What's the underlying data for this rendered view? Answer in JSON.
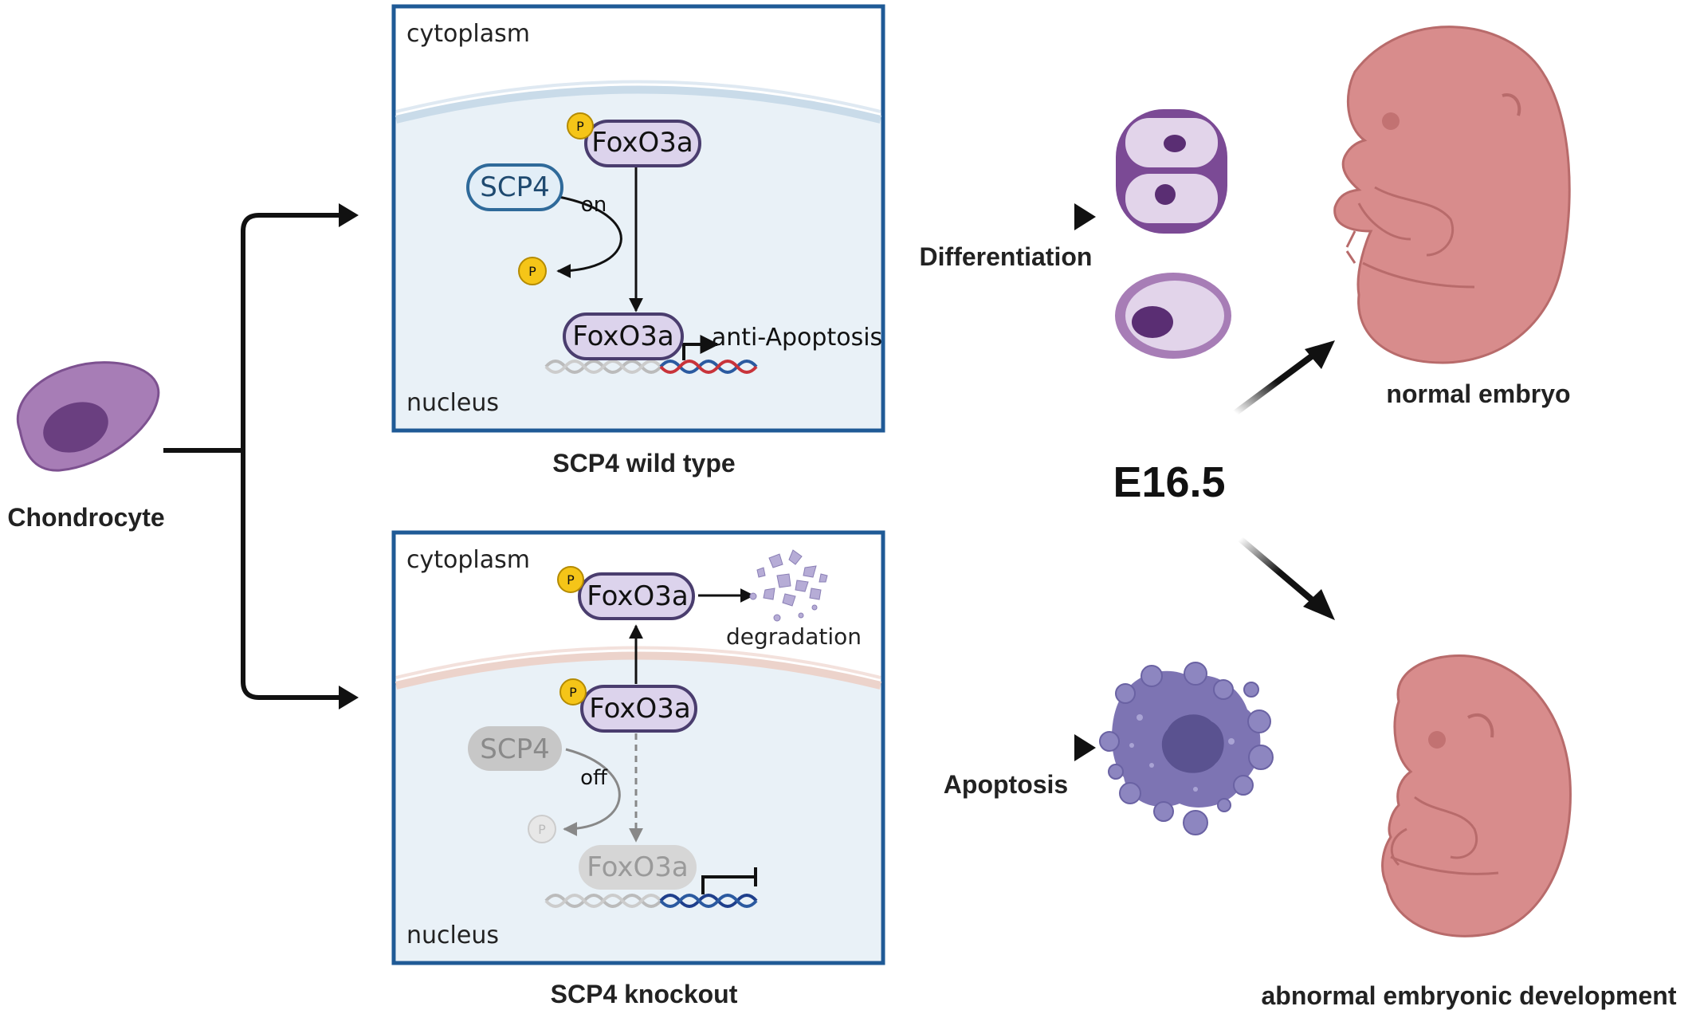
{
  "chondrocyte": {
    "label": "Chondrocyte"
  },
  "wild_type": {
    "caption": "SCP4 wild type",
    "cytoplasm_label": "cytoplasm",
    "nucleus_label": "nucleus",
    "foxo3a_top": "FoxO3a",
    "foxo3a_bottom": "FoxO3a",
    "scp4": "SCP4",
    "on_label": "on",
    "p_top": "P",
    "p_free": "P",
    "gene_label": "anti-Apoptosis"
  },
  "knockout": {
    "caption": "SCP4 knockout",
    "cytoplasm_label": "cytoplasm",
    "nucleus_label": "nucleus",
    "foxo3a_cyto": "FoxO3a",
    "foxo3a_membrane": "FoxO3a",
    "foxo3a_nucleus": "FoxO3a",
    "scp4": "SCP4",
    "off_label": "off",
    "degradation_label": "degradation",
    "p_cyto": "P",
    "p_membrane": "P",
    "p_faded": "P"
  },
  "outcomes": {
    "differentiation_label": "Differentiation",
    "apoptosis_label": "Apoptosis",
    "stage_label": "E16.5",
    "normal_label": "normal embryo",
    "abnormal_label": "abnormal embryonic development"
  },
  "colors": {
    "panel_border": "#1f5a96",
    "cell_fill": "#e9f1f7",
    "foxo_fill": "#dcd3ec",
    "foxo_stroke": "#4a3d6e",
    "scp4_fill": "#e2eef7",
    "scp4_stroke": "#2f6a9a",
    "phospho": "#f5c518",
    "chondrocyte": "#a77db6",
    "embryo": "#d88c8c",
    "apoptotic": "#7d74b3"
  }
}
